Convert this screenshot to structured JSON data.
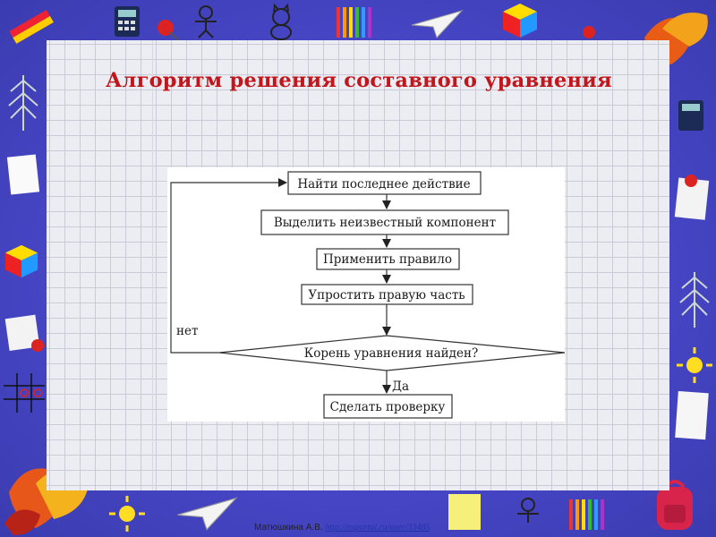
{
  "slide": {
    "title": "Алгоритм решения составного уравнения",
    "credit_author": "Матюшкина А.В.",
    "credit_link": "http://nsportal.ru/user/33485"
  },
  "flowchart": {
    "steps": [
      "Найти последнее действие",
      "Выделить неизвестный компонент",
      "Применить правило",
      "Упростить правую часть"
    ],
    "decision": "Корень уравнения найден?",
    "no_label": "нет",
    "yes_label": "Да",
    "final_step": "Сделать проверку"
  },
  "colors": {
    "frame": "#4a49c8",
    "title": "#c0161c",
    "paper": "#ecedf2"
  },
  "decorations": [
    "pencil-icon",
    "calculator-icon",
    "stick-figure-icon",
    "cat-icon",
    "pencils-icon",
    "paper-plane-icon",
    "rubiks-cube-icon",
    "pushpin-icon",
    "autumn-leaves-icon",
    "tree-icon",
    "note-paper-icon",
    "tic-tac-toe-icon",
    "sun-icon",
    "sticky-note-icon",
    "backpack-icon"
  ]
}
